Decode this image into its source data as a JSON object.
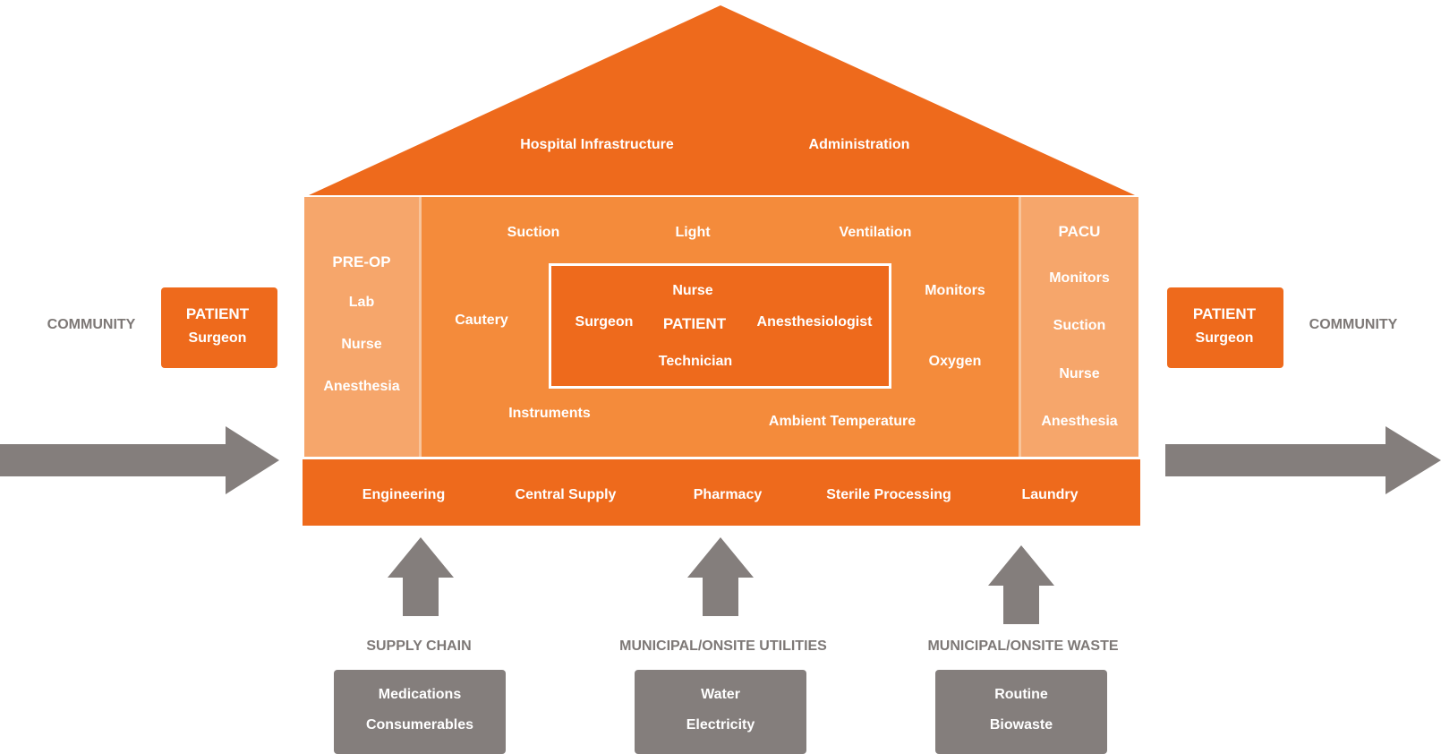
{
  "roof": {
    "left_label": "Hospital Infrastructure",
    "right_label": "Administration"
  },
  "left_side": {
    "community": "COMMUNITY",
    "patient_title": "PATIENT",
    "patient_sub": "Surgeon"
  },
  "right_side": {
    "community": "COMMUNITY",
    "patient_title": "PATIENT",
    "patient_sub": "Surgeon"
  },
  "pre_op": {
    "title": "PRE-OP",
    "items": [
      "Lab",
      "Nurse",
      "Anesthesia"
    ]
  },
  "pacu": {
    "title": "PACU",
    "items": [
      "Monitors",
      "Suction",
      "Nurse",
      "Anesthesia"
    ]
  },
  "or_room": {
    "suction": "Suction",
    "light": "Light",
    "ventilation": "Ventilation",
    "cautery": "Cautery",
    "monitors": "Monitors",
    "oxygen": "Oxygen",
    "instruments": "Instruments",
    "ambient_temperature": "Ambient Temperature"
  },
  "core": {
    "nurse": "Nurse",
    "surgeon": "Surgeon",
    "patient": "PATIENT",
    "anesthesiologist": "Anesthesiologist",
    "technician": "Technician"
  },
  "base": {
    "items": [
      "Engineering",
      "Central Supply",
      "Pharmacy",
      "Sterile Processing",
      "Laundry"
    ]
  },
  "inputs": [
    {
      "title": "SUPPLY CHAIN",
      "lines": [
        "Medications",
        "Consumerables"
      ]
    },
    {
      "title": "MUNICIPAL/ONSITE UTILITIES",
      "lines": [
        "Water",
        "Electricity"
      ]
    },
    {
      "title": "MUNICIPAL/ONSITE WASTE",
      "lines": [
        "Routine",
        "Biowaste"
      ]
    }
  ],
  "colors": {
    "orange_dark": "#ee6a1c",
    "orange_mid": "#f48b3b",
    "orange_light": "#f6a66b",
    "grey": "#847e7c"
  }
}
